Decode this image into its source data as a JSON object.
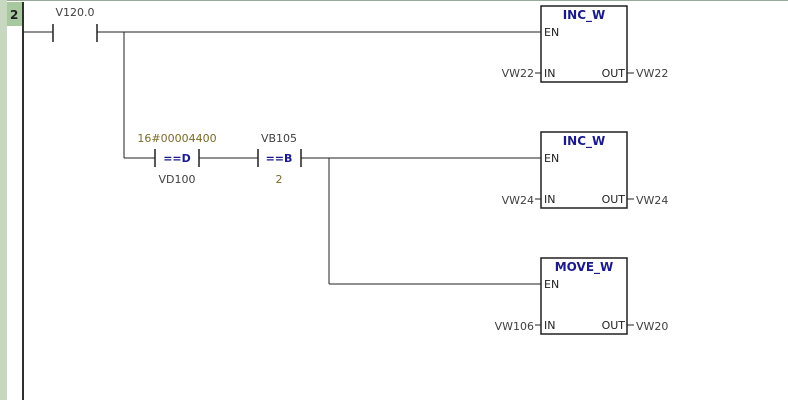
{
  "rung": {
    "number": "2"
  },
  "contacts": {
    "input": {
      "label": "V120.0"
    },
    "compare_d": {
      "top": "16#00004400",
      "op": "==D",
      "bottom": "VD100"
    },
    "compare_b": {
      "top": "VB105",
      "op": "==B",
      "bottom": "2"
    }
  },
  "boxes": [
    {
      "title": "INC_W",
      "en": "EN",
      "in_pin": "IN",
      "out_pin": "OUT",
      "in_operand": "VW22",
      "out_operand": "VW22"
    },
    {
      "title": "INC_W",
      "en": "EN",
      "in_pin": "IN",
      "out_pin": "OUT",
      "in_operand": "VW24",
      "out_operand": "VW24"
    },
    {
      "title": "MOVE_W",
      "en": "EN",
      "in_pin": "IN",
      "out_pin": "OUT",
      "in_operand": "VW106",
      "out_operand": "VW20"
    }
  ],
  "colors": {
    "wire": "#202020",
    "olive_label": "#7a6a2a",
    "box_title": "#1a1a8a",
    "gutter": "#c8d8c0"
  }
}
